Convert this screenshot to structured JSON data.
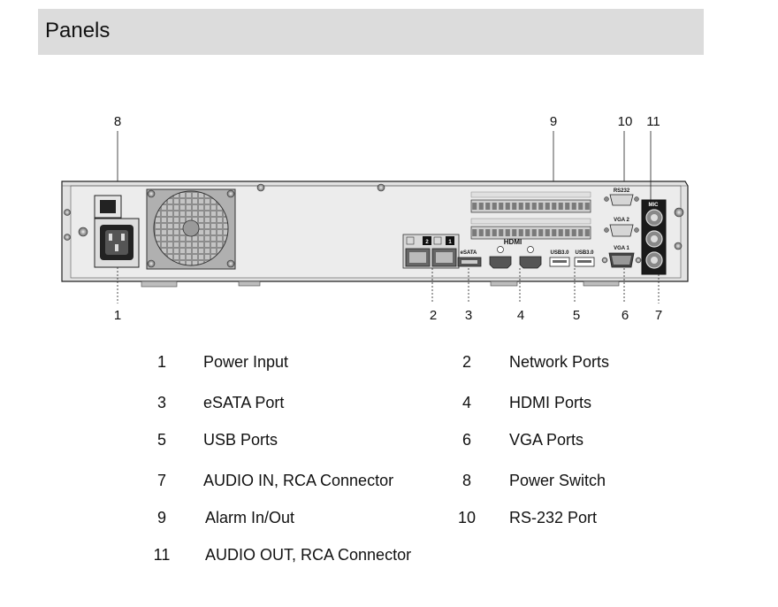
{
  "header": {
    "title": "Panels"
  },
  "callouts": {
    "c1": "1",
    "c2": "2",
    "c3": "3",
    "c4": "4",
    "c5": "5",
    "c6": "6",
    "c7": "7",
    "c8": "8",
    "c9": "9",
    "c10": "10",
    "c11": "11"
  },
  "port_labels": {
    "esata": "eSATA",
    "hdmi_logo": "HDMI",
    "usb_a": "USB3.0",
    "usb_b": "USB3.0",
    "rs232": "RS232",
    "vga2": "VGA 2",
    "vga1": "VGA 1",
    "mic": "MIC",
    "lan1": "1",
    "lan2": "2"
  },
  "legend": [
    {
      "num": "1",
      "text": "Power Input"
    },
    {
      "num": "2",
      "text": "Network Ports"
    },
    {
      "num": "3",
      "text": "eSATA Port"
    },
    {
      "num": "4",
      "text": "HDMI Ports"
    },
    {
      "num": "5",
      "text": "USB Ports"
    },
    {
      "num": "6",
      "text": "VGA Ports"
    },
    {
      "num": "7",
      "text": "AUDIO IN, RCA Connector"
    },
    {
      "num": "8",
      "text": "Power Switch"
    },
    {
      "num": "9",
      "text": "Alarm In/Out"
    },
    {
      "num": "10",
      "text": "RS-232 Port"
    },
    {
      "num": "11",
      "text": "AUDIO OUT, RCA Connector"
    }
  ]
}
